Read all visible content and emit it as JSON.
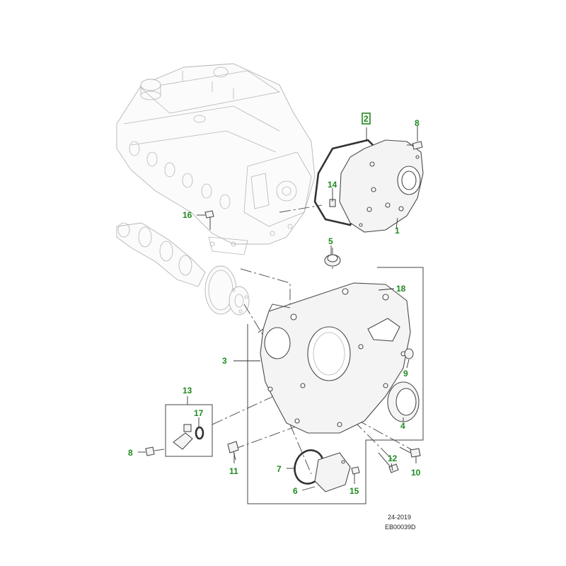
{
  "callouts": {
    "c1": "1",
    "c2": "2",
    "c3": "3",
    "c4": "4",
    "c5": "5",
    "c6": "6",
    "c7": "7",
    "c8a": "8",
    "c8b": "8",
    "c9": "9",
    "c10": "10",
    "c11": "11",
    "c12": "12",
    "c13": "13",
    "c14": "14",
    "c15": "15",
    "c16": "16",
    "c17": "17",
    "c18": "18"
  },
  "reference": {
    "date_code": "24-2019",
    "drawing_id": "EB00039D"
  },
  "highlight_color": "#1e8a1e"
}
